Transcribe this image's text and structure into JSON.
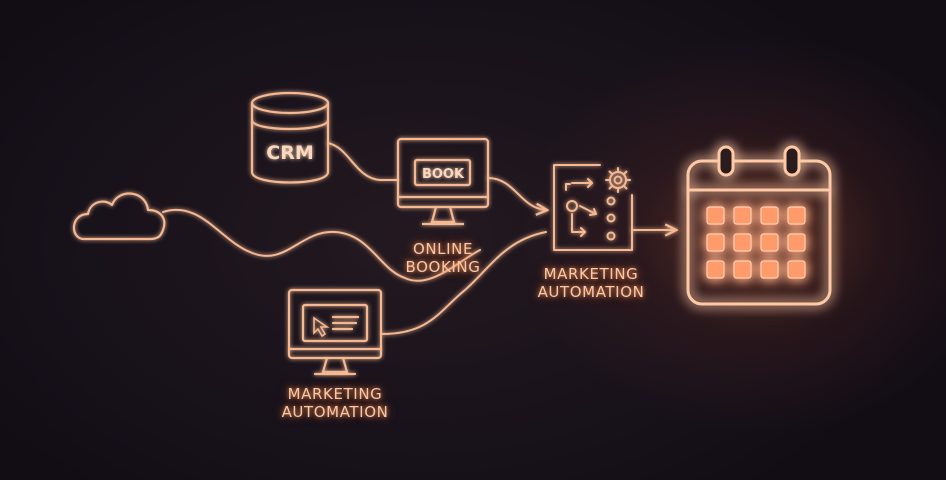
{
  "nodes": {
    "crm": {
      "text": "CRM"
    },
    "online_booking": {
      "icon_text": "BOOK",
      "label_line1": "ONLINE",
      "label_line2": "BOOKING"
    },
    "marketing_automation_top": {
      "label_line1": "MARKETING",
      "label_line2": "AUTOMATION"
    },
    "marketing_automation_bottom": {
      "label_line1": "MARKETING",
      "label_line2": "AUTOMATION"
    },
    "cloud": {
      "icon": "cloud-icon"
    },
    "calendar": {
      "icon": "calendar-icon"
    }
  },
  "colors": {
    "background": "#140f18",
    "line": "#f4b892",
    "glow": "#ff8a55",
    "calendar_fill": "#ff9a6a"
  }
}
